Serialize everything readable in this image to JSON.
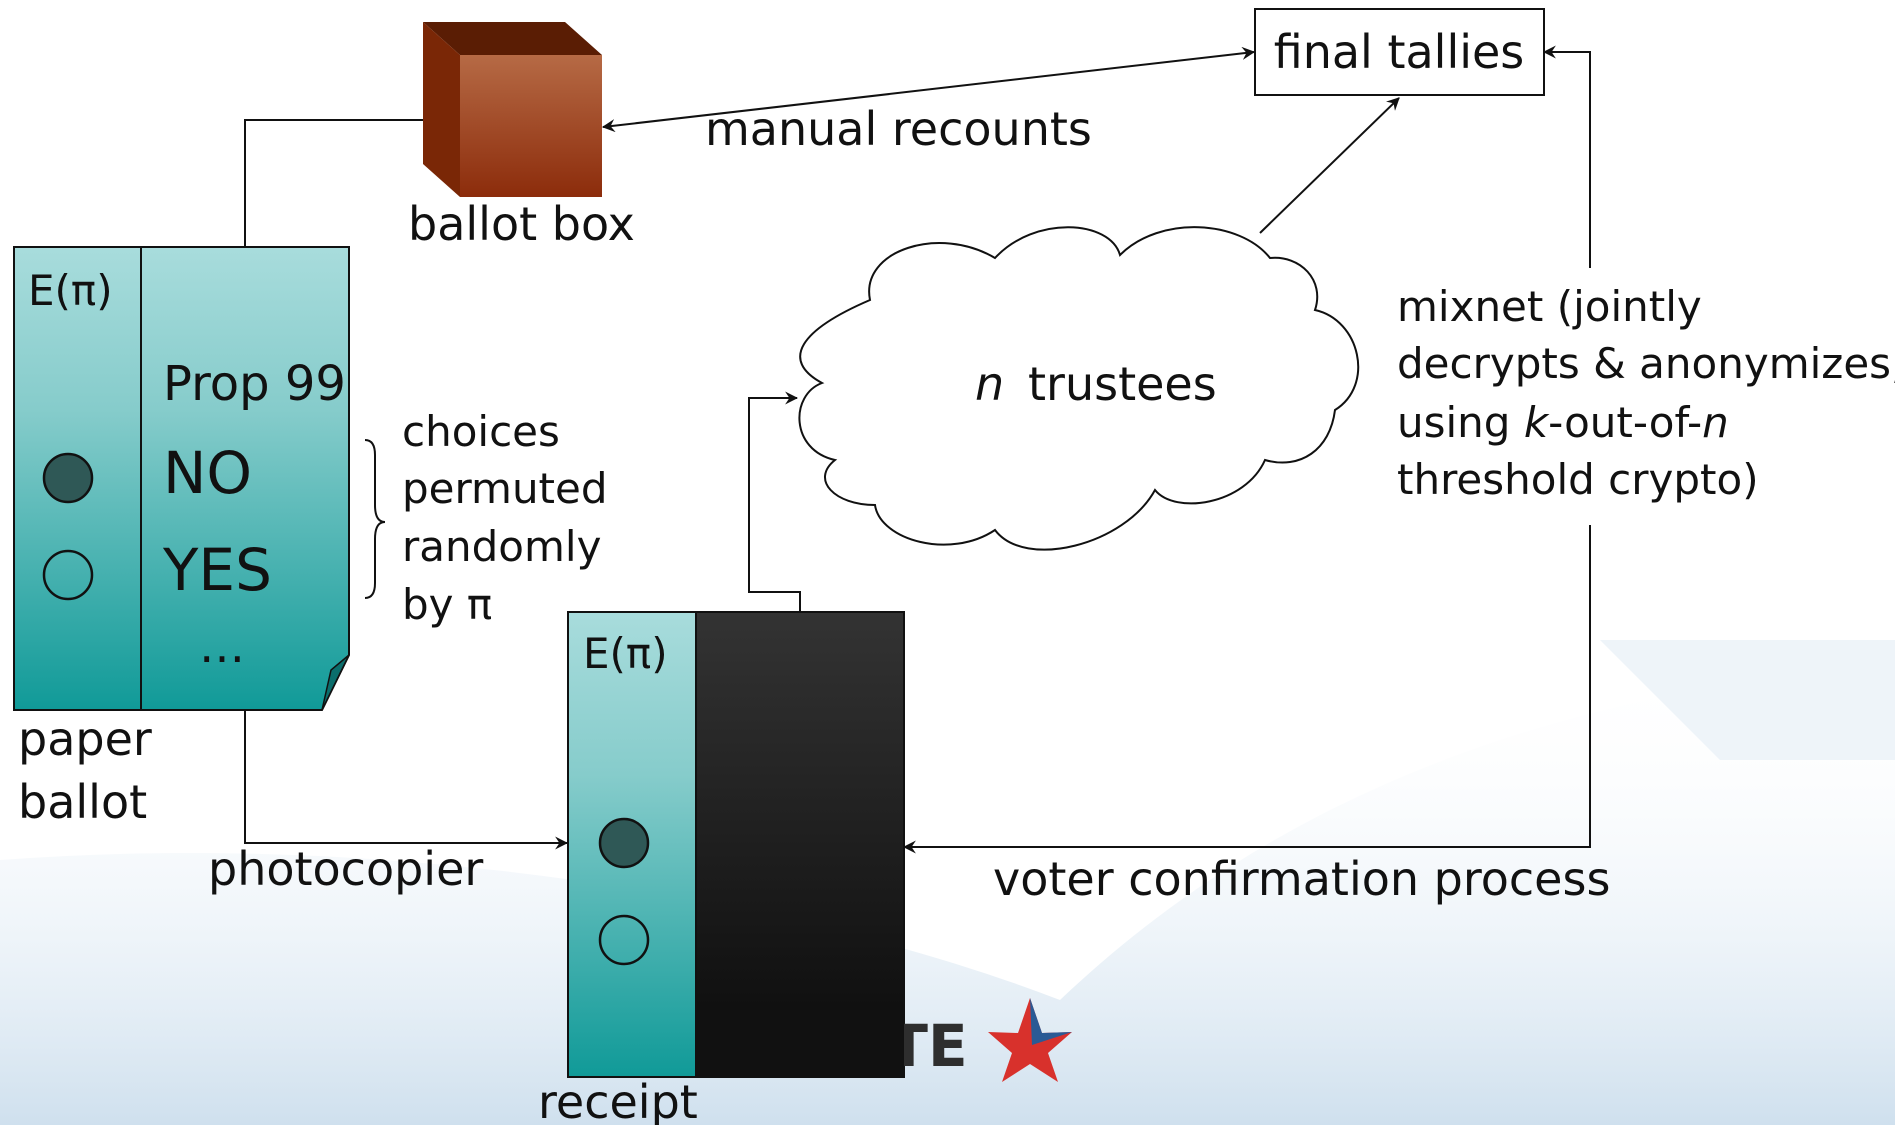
{
  "colors": {
    "ballot_top": "#a8dcdc",
    "ballot_bottom": "#109a98",
    "box_front_top": "#b66a45",
    "box_front_bottom": "#8c2c0b",
    "box_side": "#7a2706",
    "box_top": "#5a1d04",
    "bubble_filled": "#2f5856",
    "receipt_black": "#262626",
    "bg_wave": "#dde9f3",
    "logo_red": "#d8312c",
    "logo_blue": "#2a5a95",
    "logo_text": "#2e2e2e"
  },
  "paper_ballot": {
    "cipher_label": "E(π)",
    "prop_title": "Prop 99",
    "choice_no": "NO",
    "choice_yes": "YES",
    "ellipsis": "…",
    "caption_line1": "paper",
    "caption_line2": "ballot"
  },
  "brace_note": {
    "line1": "choices",
    "line2": "permuted",
    "line3": "randomly",
    "line4": "by π"
  },
  "ballot_box": {
    "caption": "ballot box"
  },
  "final_tallies": {
    "label": "final tallies"
  },
  "manual_recounts": {
    "label": "manual recounts"
  },
  "trustees": {
    "n": "n",
    "label": "trustees"
  },
  "mixnet": {
    "line1": "mixnet (jointly",
    "line2": "decrypts & anonymizes,",
    "line3_pre": "using ",
    "line3_k": "k",
    "line3_mid": "-out-of-",
    "line3_n": "n",
    "line4": "threshold crypto)"
  },
  "receipt": {
    "cipher_label": "E(π)",
    "caption": "receipt"
  },
  "photocopier": {
    "label": "photocopier"
  },
  "voter_confirmation": {
    "label": "voter confirmation process"
  },
  "logo": {
    "text": "ATE"
  }
}
